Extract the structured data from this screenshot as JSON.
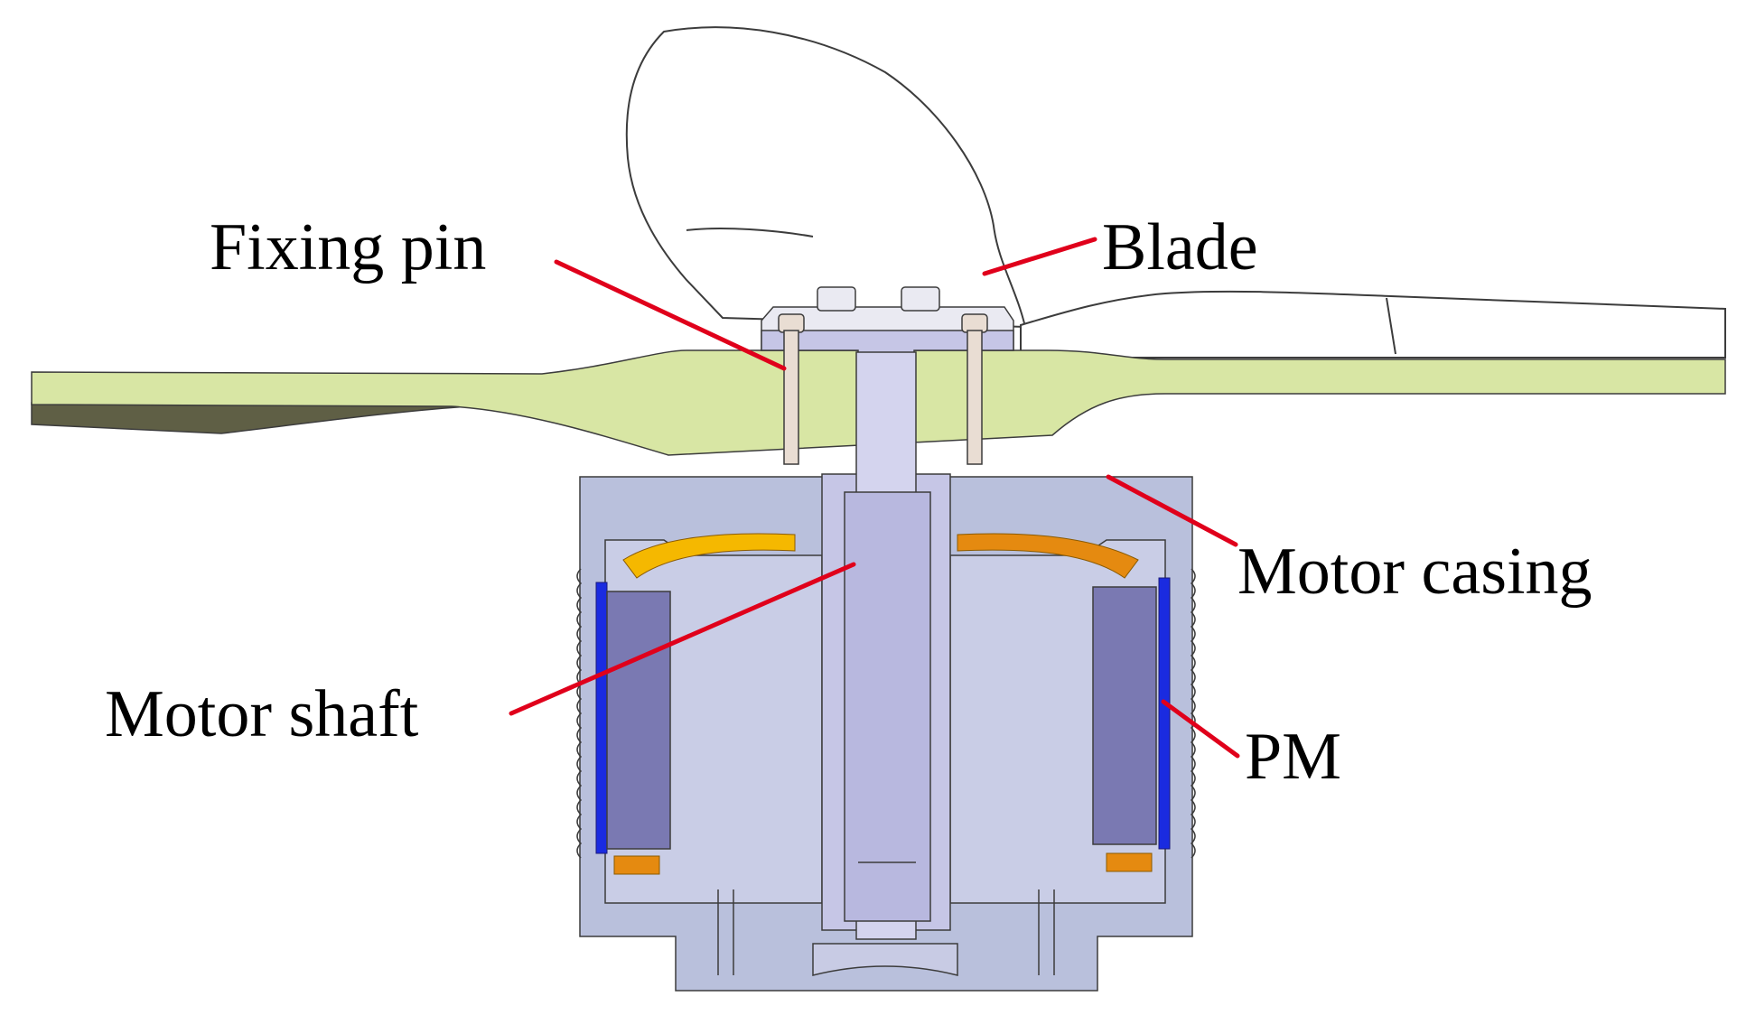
{
  "labels": {
    "fixing_pin": "Fixing pin",
    "blade": "Blade",
    "motor_casing": "Motor casing",
    "motor_shaft": "Motor shaft",
    "pm": "PM"
  },
  "colors": {
    "blade_fill": "#d8e6a4",
    "blade_shadow": "#5f5f45",
    "casing_fill": "#b9c0dc",
    "casing_dark": "#9aa2c6",
    "shaft_fill": "#c6c6e6",
    "stator_core": "#7a79b2",
    "magnet": "#1a2be0",
    "winding_gold": "#f5b800",
    "winding_orange": "#e58a10",
    "pin_fill": "#e9ddd3",
    "leader_line": "#e0001b",
    "outline": "#3c3c3c"
  }
}
